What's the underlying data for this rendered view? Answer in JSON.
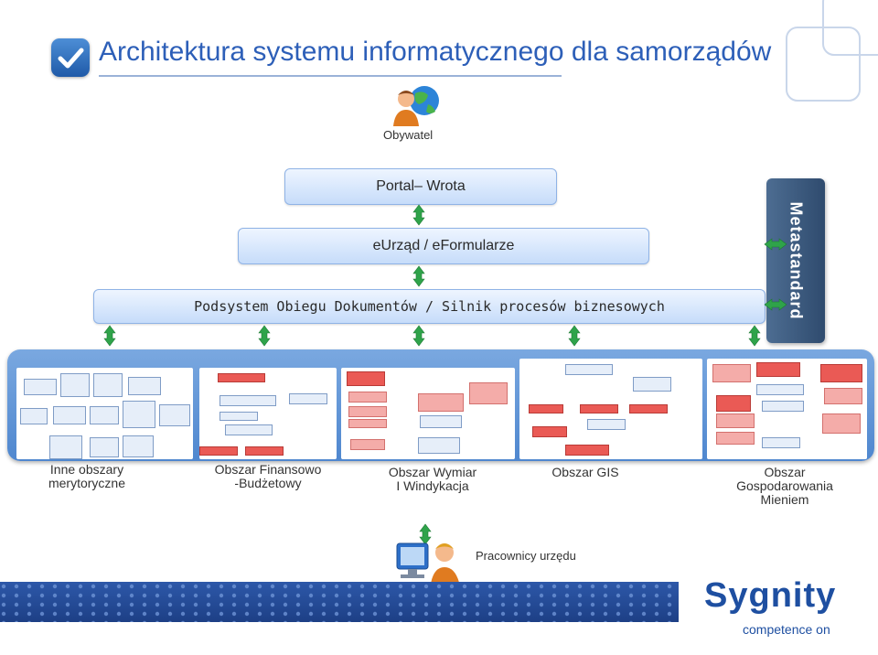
{
  "title": "Architektura systemu informatycznego dla samorządów",
  "citizen_label": "Obywatel",
  "metastandard_label": "Metastandard",
  "layers": {
    "portal": "Portal– Wrota",
    "eurzad": "eUrząd / eFormularze",
    "podsystem": "Podsystem Obiegu Dokumentów / Silnik procesów biznesowych"
  },
  "areas": [
    {
      "line1": "Inne obszary",
      "line2": "merytoryczne",
      "line3": ""
    },
    {
      "line1": "Obszar Finansowo",
      "line2": "-Budżetowy",
      "line3": ""
    },
    {
      "line1": "Obszar Wymiar",
      "line2": "I Windykacja",
      "line3": ""
    },
    {
      "line1": "Obszar  GIS",
      "line2": "",
      "line3": ""
    },
    {
      "line1": "Obszar",
      "line2": "Gospodarowania",
      "line3": "Mieniem"
    }
  ],
  "worker_label": "Pracownicy urzędu",
  "brand": {
    "name": "Sygnity",
    "tagline": "competence on"
  },
  "colors": {
    "title": "#2d5fb8",
    "arrow": "#2fa34a",
    "panel": "#5b91d4",
    "brand": "#1e4fa1"
  },
  "icons": [
    "checkmark-logo-icon",
    "citizen-globe-icon",
    "worker-computer-icon",
    "double-arrow-icon"
  ]
}
